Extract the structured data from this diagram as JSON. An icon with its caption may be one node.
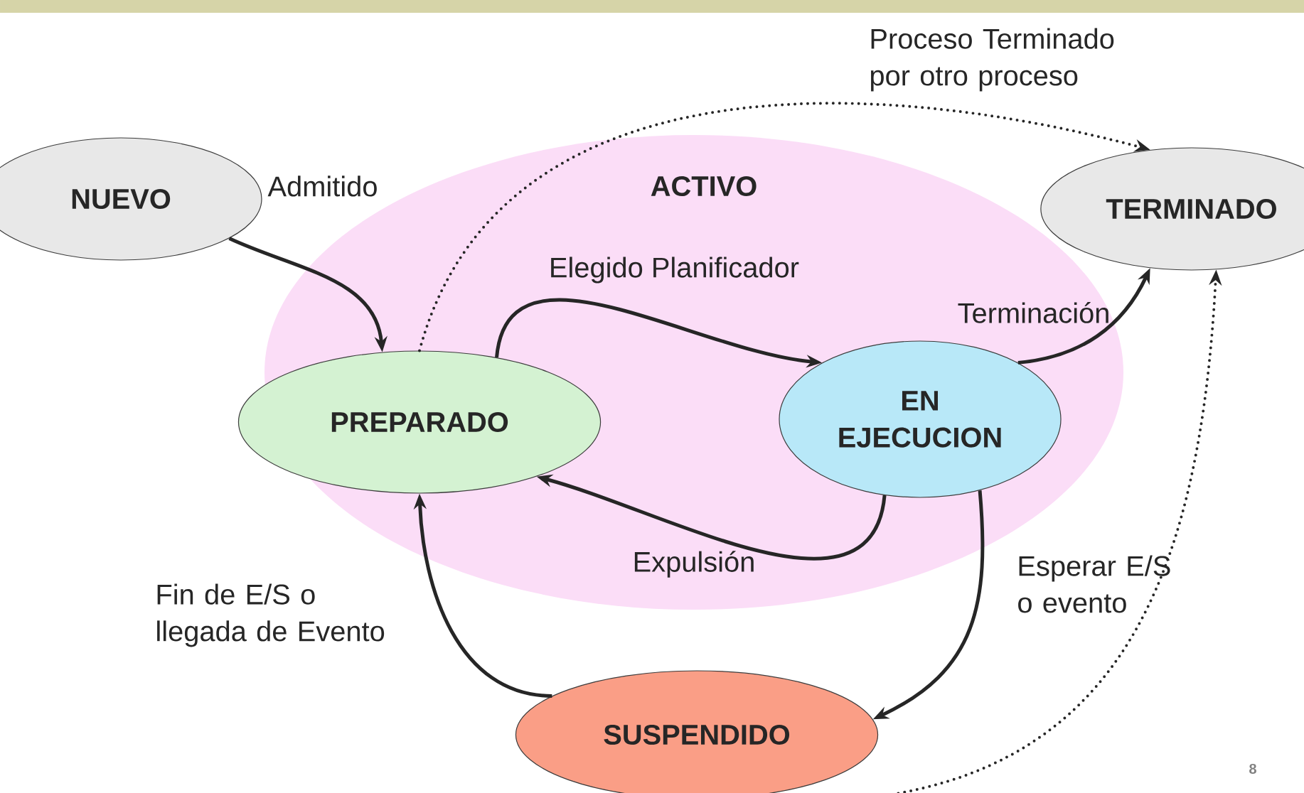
{
  "diagram": {
    "nodes": [
      {
        "text": [
          "NUEVO"
        ]
      },
      {
        "text": [
          "ACTIVO"
        ]
      },
      {
        "text": [
          "PREPARADO"
        ],
        "in": 1
      },
      {
        "text": [
          "EN EJECUCION"
        ],
        "in": 1
      },
      {
        "text": [
          "TERMINADO"
        ]
      },
      {
        "text": [
          "SUSPENDIDO"
        ]
      }
    ],
    "edges": [
      {
        "from": 0,
        "to": 2,
        "arrow": "to",
        "label": "Admitido"
      },
      {
        "from": 2,
        "to": 3,
        "arrow": "to",
        "label": "Elegido Planificador"
      },
      {
        "from": 3,
        "to": 2,
        "arrow": "to",
        "label": "Expulsión"
      },
      {
        "from": 3,
        "to": 4,
        "arrow": "to",
        "label": "Terminación"
      },
      {
        "from": 3,
        "to": 5,
        "arrow": "to",
        "label": "Esperar E/S o evento"
      },
      {
        "from": 5,
        "to": 2,
        "arrow": "to",
        "label": "Fin de E/S o llegada de Evento"
      },
      {
        "from": 2,
        "to": 4,
        "arrow": "to",
        "style": "dashed",
        "label": "Proceso Terminado por otro proceso"
      },
      {
        "from": 5,
        "to": 4,
        "arrow": "to",
        "style": "dashed"
      }
    ],
    "labels": [
      "8"
    ]
  }
}
